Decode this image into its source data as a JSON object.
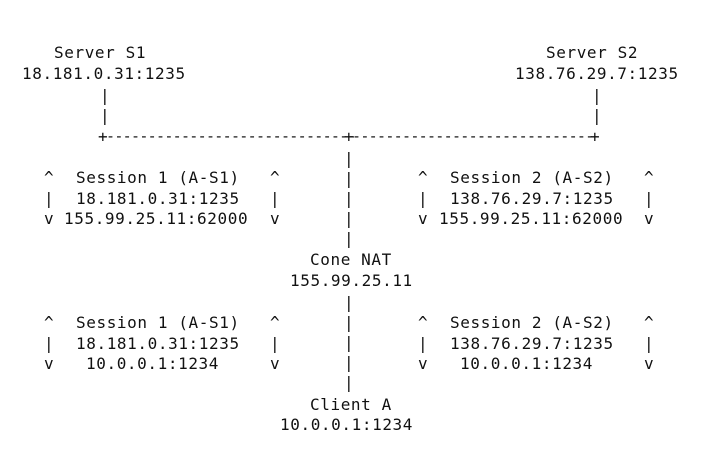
{
  "server_s1": {
    "name": "Server S1",
    "address": "18.181.0.31:1235"
  },
  "server_s2": {
    "name": "Server S2",
    "address": "138.76.29.7:1235"
  },
  "nat": {
    "name": "Cone NAT",
    "address": "155.99.25.11"
  },
  "client": {
    "name": "Client A",
    "address": "10.0.0.1:1234"
  },
  "upper_sessions": [
    {
      "label": "Session 1 (A-S1)",
      "remote": "18.181.0.31:1235",
      "local": "155.99.25.11:62000"
    },
    {
      "label": "Session 2 (A-S2)",
      "remote": "138.76.29.7:1235",
      "local": "155.99.25.11:62000"
    }
  ],
  "lower_sessions": [
    {
      "label": "Session 1 (A-S1)",
      "remote": "18.181.0.31:1235",
      "local": "10.0.0.1:1234"
    },
    {
      "label": "Session 2 (A-S2)",
      "remote": "138.76.29.7:1235",
      "local": "10.0.0.1:1234"
    }
  ],
  "symbols": {
    "up_arrow": "^",
    "down_arrow": "v",
    "pipe": "|",
    "junction": "+",
    "dashes_left": "------------------------------",
    "dashes_right": "-----------------------------"
  }
}
